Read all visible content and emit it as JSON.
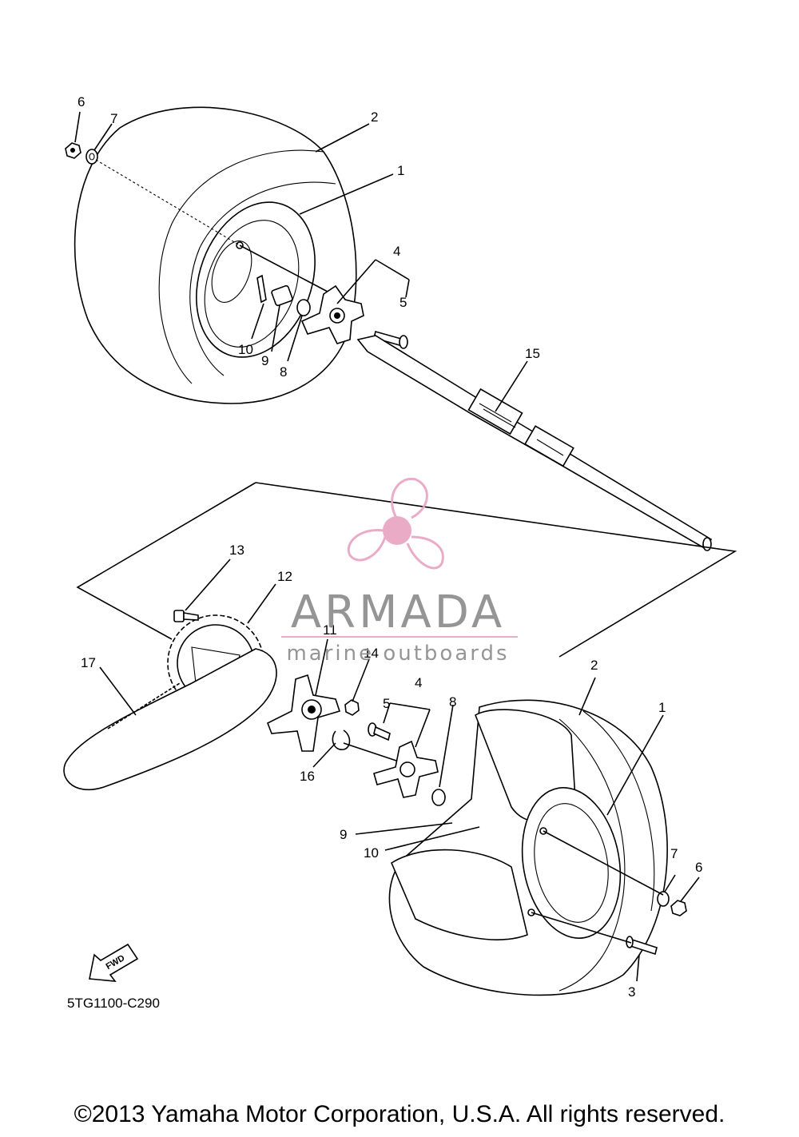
{
  "diagram": {
    "code": "5TG1100-C290",
    "fwd_label": "FWD",
    "callouts": {
      "c6a": "6",
      "c7a": "7",
      "c2a": "2",
      "c1a": "1",
      "c4a": "4",
      "c5a": "5",
      "c10a": "10",
      "c9a": "9",
      "c8a": "8",
      "c15": "15",
      "c13": "13",
      "c12": "12",
      "c11": "11",
      "c14": "14",
      "c17": "17",
      "c4b": "4",
      "c5b": "5",
      "c8b": "8",
      "c2b": "2",
      "c1b": "1",
      "c16": "16",
      "c9b": "9",
      "c10b": "10",
      "c7b": "7",
      "c6b": "6",
      "c3": "3"
    }
  },
  "watermark": {
    "brand": "ARMADA",
    "tagline": "marine outboards",
    "color": "#e8a3c2"
  },
  "footer": {
    "copyright": "©2013 Yamaha Motor Corporation, U.S.A. All rights reserved."
  }
}
